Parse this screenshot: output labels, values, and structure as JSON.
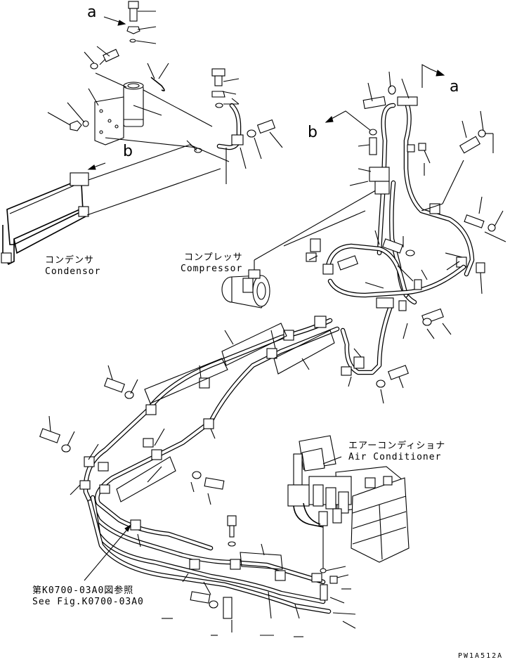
{
  "labels": {
    "condenser_jp": "コンデンサ",
    "condenser_en": "Condensor",
    "compressor_jp": "コンプレッサ",
    "compressor_en": "Compressor",
    "aircon_jp": "エアーコンディショナ",
    "aircon_en": "Air Conditioner",
    "see_fig_jp": "第K0700-03A0図参照",
    "see_fig_en": "See Fig.K0700-03A0",
    "ref_a_top": "a",
    "ref_a_right": "a",
    "ref_b_left": "b",
    "ref_b_right": "b",
    "drawing_code": "PW1A512A"
  }
}
